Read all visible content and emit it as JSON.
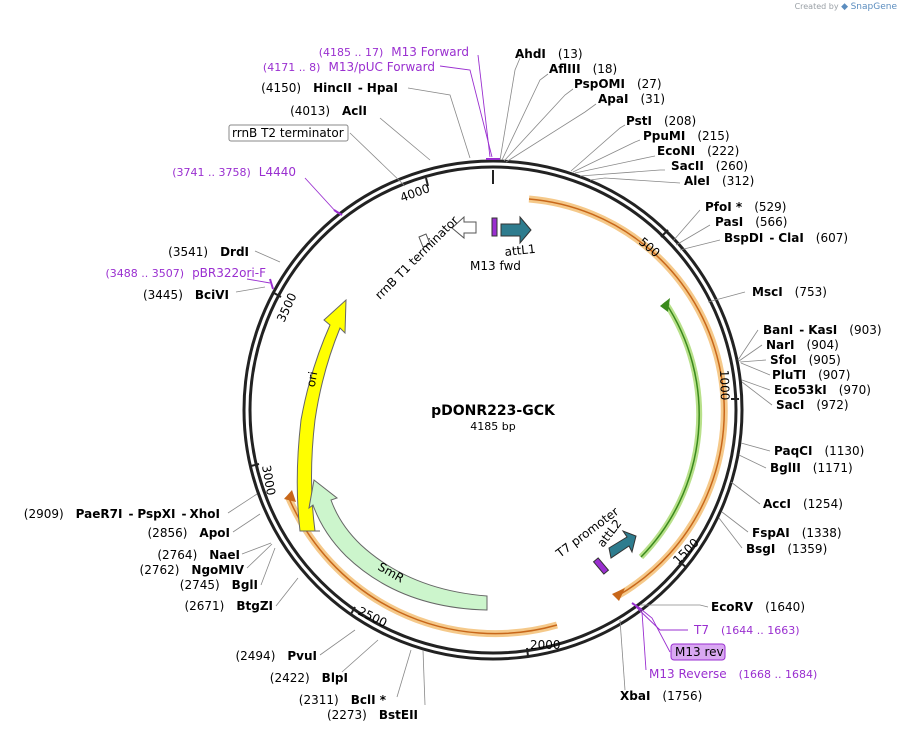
{
  "credit": {
    "prefix": "Created by",
    "brand": "SnapGene"
  },
  "plasmid": {
    "name": "pDONR223-GCK",
    "length": 4185,
    "length_label": "4185 bp"
  },
  "ticks": [
    "500",
    "1000",
    "1500",
    "2000",
    "2500",
    "3000",
    "3500",
    "4000"
  ],
  "enzymes": [
    {
      "name": "AhdI",
      "pos": "(13)"
    },
    {
      "name": "AflIII",
      "pos": "(18)"
    },
    {
      "name": "PspOMI",
      "pos": "(27)"
    },
    {
      "name": "ApaI",
      "pos": "(31)"
    },
    {
      "name": "PstI",
      "pos": "(208)"
    },
    {
      "name": "PpuMI",
      "pos": "(215)"
    },
    {
      "name": "EcoNI",
      "pos": "(222)"
    },
    {
      "name": "SacII",
      "pos": "(260)"
    },
    {
      "name": "AleI",
      "pos": "(312)"
    },
    {
      "name": "PfoI *",
      "pos": "(529)"
    },
    {
      "name": "PasI",
      "pos": "(566)"
    },
    {
      "name": "BspDI",
      "name2": "ClaI",
      "pos": "(607)"
    },
    {
      "name": "MscI",
      "pos": "(753)"
    },
    {
      "name": "BanI",
      "name2": "KasI",
      "pos": "(903)"
    },
    {
      "name": "NarI",
      "pos": "(904)"
    },
    {
      "name": "SfoI",
      "pos": "(905)"
    },
    {
      "name": "PluTI",
      "pos": "(907)"
    },
    {
      "name": "Eco53kI",
      "pos": "(970)"
    },
    {
      "name": "SacI",
      "pos": "(972)"
    },
    {
      "name": "PaqCI",
      "pos": "(1130)"
    },
    {
      "name": "BglII",
      "pos": "(1171)"
    },
    {
      "name": "AccI",
      "pos": "(1254)"
    },
    {
      "name": "FspAI",
      "pos": "(1338)"
    },
    {
      "name": "BsgI",
      "pos": "(1359)"
    },
    {
      "name": "EcoRV",
      "pos": "(1640)"
    },
    {
      "name": "XbaI",
      "pos": "(1756)"
    },
    {
      "name": "BstEII",
      "pos": "(2273)"
    },
    {
      "name": "BclI *",
      "pos": "(2311)"
    },
    {
      "name": "BlpI",
      "pos": "(2422)"
    },
    {
      "name": "PvuI",
      "pos": "(2494)"
    },
    {
      "name": "BtgZI",
      "pos": "(2671)"
    },
    {
      "name": "BglI",
      "pos": "(2745)"
    },
    {
      "name": "NgoMIV",
      "pos": "(2762)"
    },
    {
      "name": "NaeI",
      "pos": "(2764)"
    },
    {
      "name": "ApoI",
      "pos": "(2856)"
    },
    {
      "name": "PaeR7I",
      "name2": "PspXI",
      "name3": "XhoI",
      "pos": "(2909)"
    },
    {
      "name": "BciVI",
      "pos": "(3445)"
    },
    {
      "name": "DrdI",
      "pos": "(3541)"
    },
    {
      "name": "AclI",
      "pos": "(4013)"
    },
    {
      "name": "HincII",
      "name2": "HpaI",
      "pos": "(4150)"
    }
  ],
  "primers": [
    {
      "name": "M13 Forward",
      "range": "(4185 .. 17)"
    },
    {
      "name": "M13/pUC Forward",
      "range": "(4171 .. 8)"
    },
    {
      "name": "L4440",
      "range": "(3741 .. 3758)"
    },
    {
      "name": "pBR322ori-F",
      "range": "(3488 .. 3507)"
    },
    {
      "name": "T7",
      "range": "(1644 .. 1663)"
    },
    {
      "name": "M13 Reverse",
      "range": "(1668 .. 1684)"
    }
  ],
  "boxed": {
    "rrnb_t2": "rrnB T2 terminator",
    "m13rev": "M13 rev"
  },
  "features": {
    "rrnb_t1": "rrnB T1 terminator",
    "attl1": "attL1",
    "m13fwd": "M13 fwd",
    "t7prom": "T7 promoter",
    "attl2": "attL2",
    "ori": "ori",
    "smr": "SmR"
  },
  "colors": {
    "primer": "#9a2fd0",
    "gene_orange": "#f5c98a",
    "gene_orange_stroke": "#c8671a",
    "gene_green": "#b8e08a",
    "gene_green_stroke": "#3a8a1c",
    "ori_fill": "#ffff00",
    "smr_fill": "#ccf5cc",
    "att_fill": "#2e7c8e",
    "m13rev_box": "#d9a8f2"
  }
}
